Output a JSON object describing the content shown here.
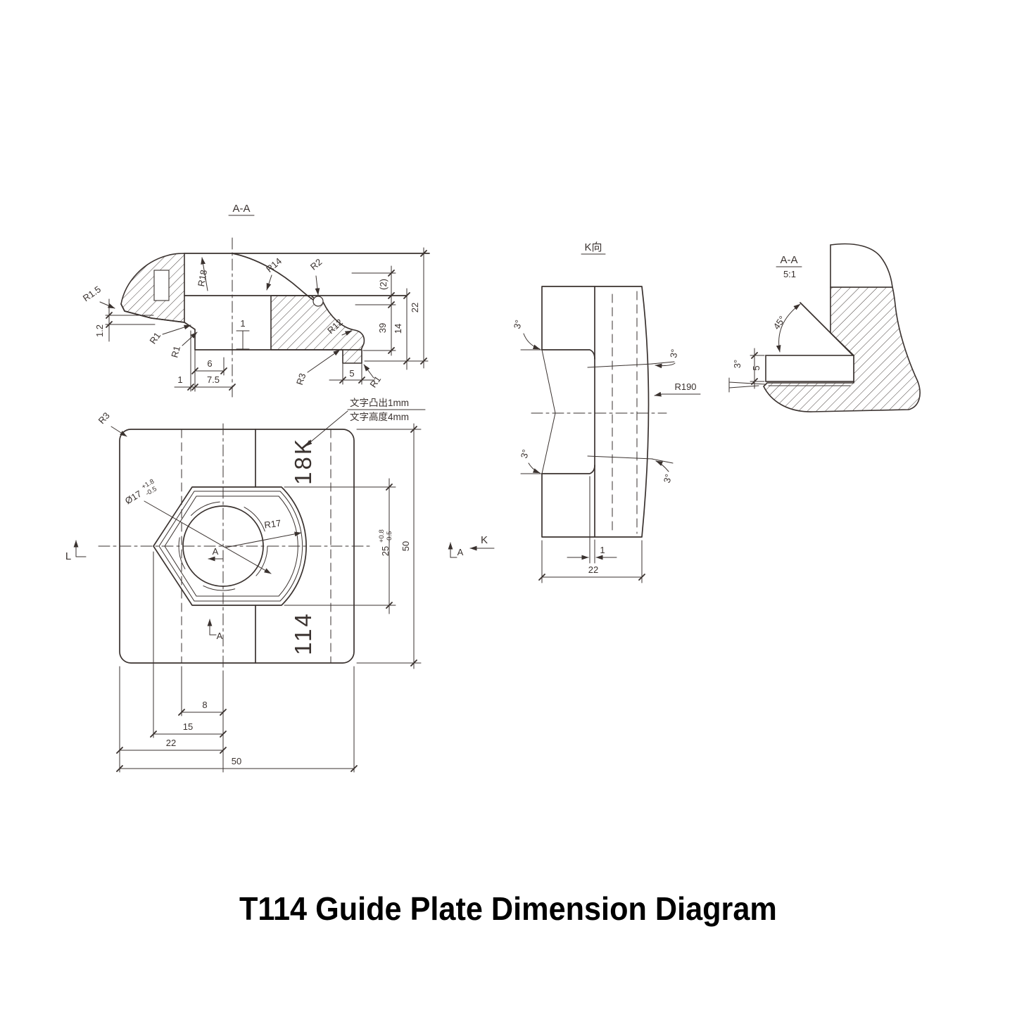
{
  "title": {
    "text": "T114 Guide Plate Dimension Diagram"
  },
  "section_aa": {
    "title": "A-A",
    "labels": {
      "r1_5": "R1.5",
      "d1_2": "1.2",
      "r1_a": "R1",
      "r1_b": "R1",
      "r18": "R18",
      "d6": "6",
      "d1_left": "1",
      "d7_5": "7.5",
      "d1_mid": "1",
      "r14": "R14",
      "r2": "R2",
      "paren2": "(2)",
      "d22": "22",
      "d39": "39",
      "d14": "14",
      "r12": "R12",
      "r3": "R3",
      "d5": "5",
      "r1_c": "R1"
    }
  },
  "plan": {
    "labels": {
      "r3": "R3",
      "dia": "Ø17",
      "dia_tol_up": "+1.8",
      "dia_tol_dn": "-0.5",
      "r17": "R17",
      "a_center": "A",
      "a_bottom": "A",
      "a_right": "A",
      "k_mark": "K",
      "l_mark": "L",
      "cast_top": "18K",
      "cast_bottom": "114",
      "d8": "8",
      "d15": "15",
      "d22": "22",
      "d50_bottom": "50",
      "d25": "25",
      "d25_tol_up": "+0.8",
      "d25_tol_dn": "-0.5",
      "d50_right": "50",
      "note1": "文字凸出1mm",
      "note2": "文字高度4mm"
    }
  },
  "k_view": {
    "title": "K向",
    "labels": {
      "a3_tl": "3°",
      "a3_tr": "3°",
      "a3_bl": "3°",
      "a3_br": "3°",
      "r190": "R190",
      "d1": "1",
      "d22": "22"
    }
  },
  "detail_aa": {
    "title": "A-A",
    "scale": "5:1",
    "labels": {
      "a45": "45°",
      "d5": "5",
      "a3": "3°"
    }
  }
}
